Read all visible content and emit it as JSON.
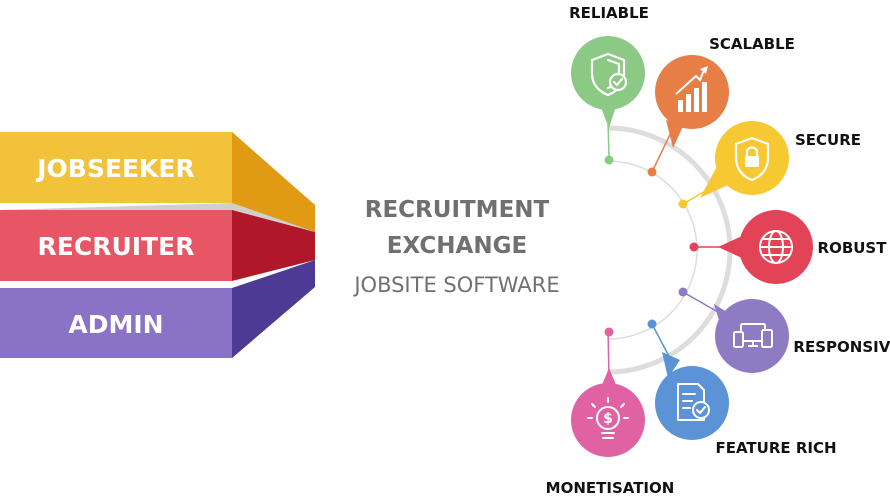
{
  "roles": [
    {
      "label": "JOBSEEKER",
      "front": "#f2c23a",
      "side": "#e09a14"
    },
    {
      "label": "RECRUITER",
      "front": "#e65664",
      "side": "#b0182a"
    },
    {
      "label": "ADMIN",
      "front": "#8a72c6",
      "side": "#4d3a94"
    }
  ],
  "center": {
    "line1": "RECRUITMENT",
    "line2": "EXCHANGE",
    "line3": "JOBSITE SOFTWARE"
  },
  "features": [
    {
      "label": "RELIABLE",
      "icon": "shield-check-icon",
      "color": "#8cc985"
    },
    {
      "label": "SCALABLE",
      "icon": "growth-chart-icon",
      "color": "#e67e45"
    },
    {
      "label": "SECURE",
      "icon": "lock-shield-icon",
      "color": "#f6c832"
    },
    {
      "label": "ROBUST",
      "icon": "globe-icon",
      "color": "#e24356"
    },
    {
      "label": "RESPONSIVE",
      "icon": "devices-icon",
      "color": "#8f7ac4"
    },
    {
      "label": "FEATURE RICH",
      "icon": "document-check-icon",
      "color": "#5b93d6"
    },
    {
      "label": "MONETISATION",
      "icon": "money-bulb-icon",
      "color": "#e062a2"
    }
  ]
}
